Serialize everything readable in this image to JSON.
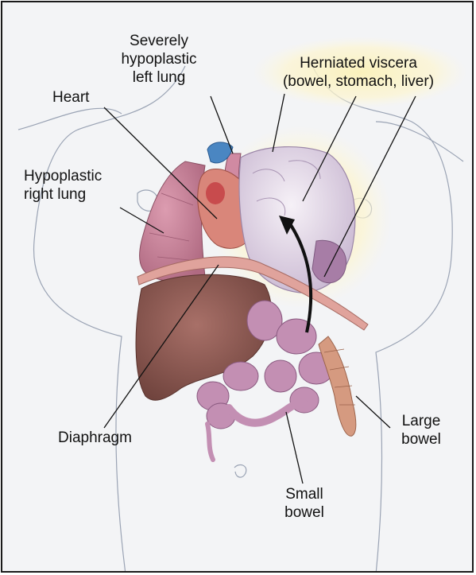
{
  "labels": {
    "severely_hypoplastic": [
      "Severely",
      "hypoplastic",
      "left lung"
    ],
    "herniated_title": "Herniated viscera",
    "herniated_sub": "(bowel, stomach, liver)",
    "heart": "Heart",
    "hypoplastic_right": [
      "Hypoplastic",
      "right lung"
    ],
    "diaphragm": "Diaphragm",
    "large_bowel": [
      "Large",
      "bowel"
    ],
    "small_bowel": [
      "Small",
      "bowel"
    ]
  },
  "colors": {
    "background": "#f3f4f6",
    "lung": "#c98098",
    "liver": "#8a5a52",
    "viscera": "#e4dcea",
    "bowel": "#c38fb3",
    "halo": "#fbf1b8",
    "leader": "#111111"
  }
}
